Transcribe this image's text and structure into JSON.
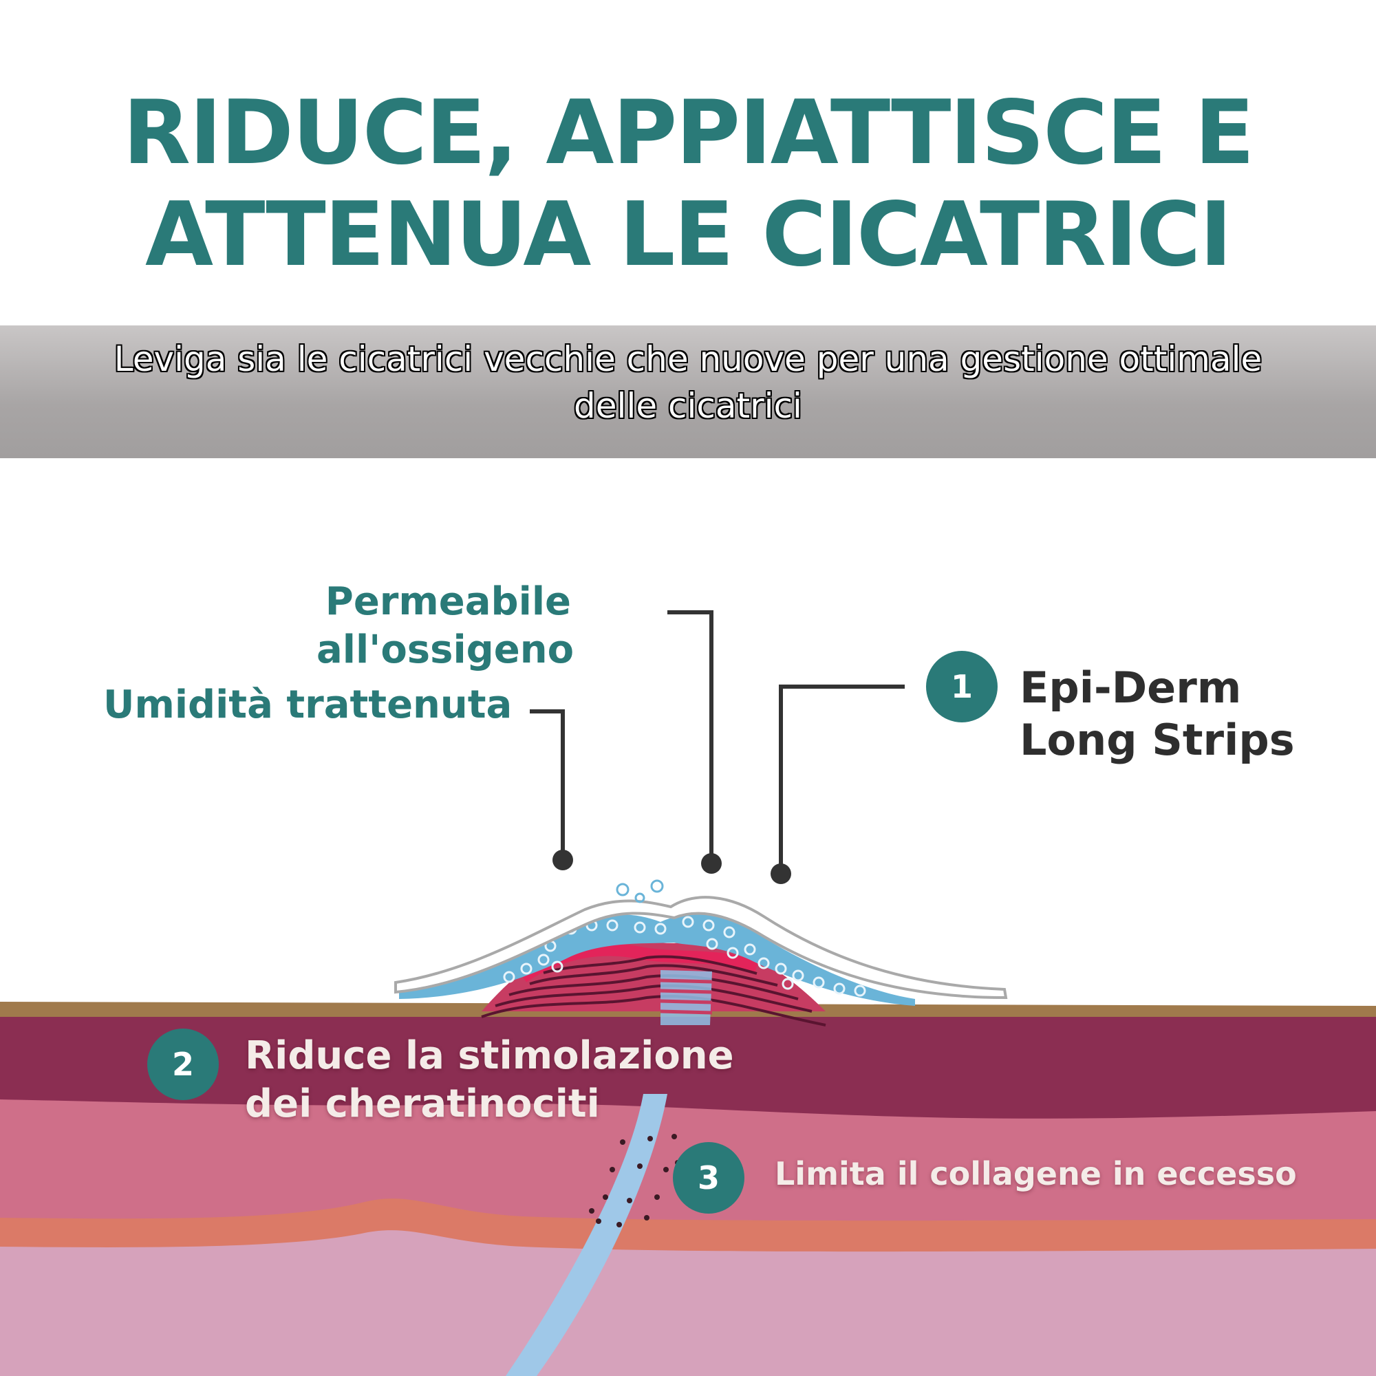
{
  "header": {
    "title_line1": "RIDUCE, APPIATTISCE E",
    "title_line2": "ATTENUA LE CICATRICI",
    "subtitle_line1": "Leviga sia le cicatrici vecchie che nuove per una gestione ottimale",
    "subtitle_line2": "delle cicatrici"
  },
  "diagram": {
    "oxygen_line1": "Permeabile",
    "oxygen_line2": "all'ossigeno",
    "moisture": "Umidità trattenuta",
    "product": {
      "number": "1",
      "line1": "Epi-Derm",
      "line2": "Long Strips"
    },
    "keratinocytes": {
      "number": "2",
      "line1": "Riduce la stimolazione",
      "line2": "dei cheratinociti"
    },
    "collagen": {
      "number": "3",
      "text": "Limita il collagene in eccesso"
    }
  },
  "colors": {
    "accent_teal": "#2a7a78",
    "bar_gray": "#a8a5a5"
  }
}
